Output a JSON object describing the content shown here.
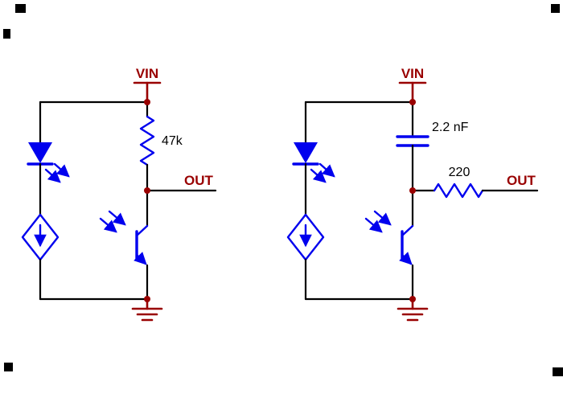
{
  "page": {
    "background": "#ffffff",
    "description": "Two schematic circuits of an LED / phototransistor sensor"
  },
  "colors": {
    "wire": "#000000",
    "component_blue": "#0000ee",
    "power_label_red": "#990000",
    "value_text": "#000000"
  },
  "circuits": [
    {
      "name": "phototransistor-with-pullup",
      "vin_label": "VIN",
      "resistor_value": "47k",
      "out_label": "OUT"
    },
    {
      "name": "phototransistor-with-cap-and-series-resistor",
      "vin_label": "VIN",
      "capacitor_value": "2.2 nF",
      "resistor_value": "220",
      "out_label": "OUT"
    }
  ]
}
